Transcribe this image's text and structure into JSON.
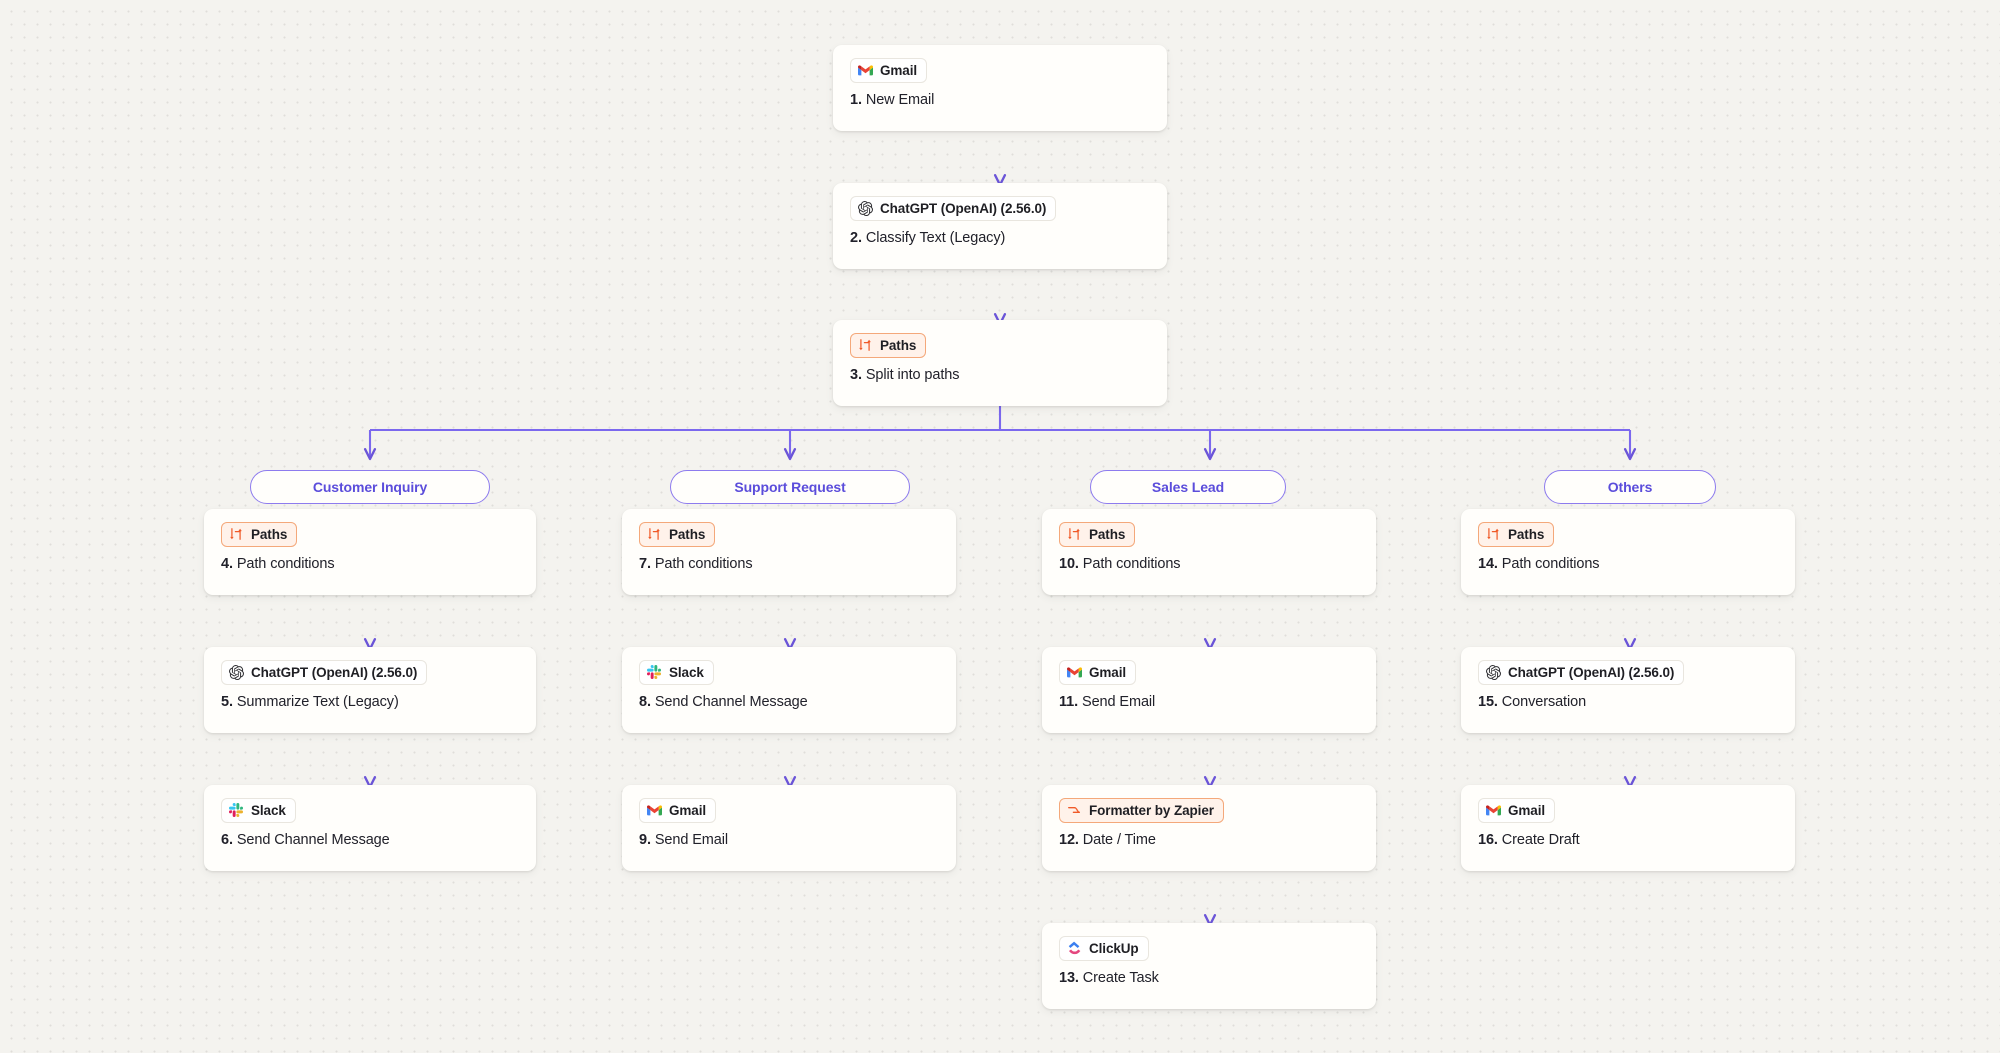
{
  "canvas": {
    "title": "Zap workflow editor canvas",
    "background_color": "#f4f3ef",
    "connector_color": "#7b68ee",
    "branch_pill_border_color": "#8d7bee",
    "branch_pill_text_color": "#5b4ddb",
    "builtin_chip_border_color": "#f4a87a",
    "builtin_chip_bg_color": "#fff2ea"
  },
  "nodes": [
    {
      "id": "step-1",
      "app": "Gmail",
      "icon": "gmail-icon",
      "chip_style": "app",
      "number": "1.",
      "title": "New Email"
    },
    {
      "id": "step-2",
      "app": "ChatGPT (OpenAI) (2.56.0)",
      "icon": "openai-icon",
      "chip_style": "app",
      "number": "2.",
      "title": "Classify Text (Legacy)"
    },
    {
      "id": "step-3",
      "app": "Paths",
      "icon": "paths-icon",
      "chip_style": "builtin",
      "number": "3.",
      "title": "Split into paths"
    },
    {
      "id": "step-4",
      "app": "Paths",
      "icon": "paths-icon",
      "chip_style": "builtin",
      "number": "4.",
      "title": "Path conditions"
    },
    {
      "id": "step-5",
      "app": "ChatGPT (OpenAI) (2.56.0)",
      "icon": "openai-icon",
      "chip_style": "app",
      "number": "5.",
      "title": "Summarize Text (Legacy)"
    },
    {
      "id": "step-6",
      "app": "Slack",
      "icon": "slack-icon",
      "chip_style": "app",
      "number": "6.",
      "title": "Send Channel Message"
    },
    {
      "id": "step-7",
      "app": "Paths",
      "icon": "paths-icon",
      "chip_style": "builtin",
      "number": "7.",
      "title": "Path conditions"
    },
    {
      "id": "step-8",
      "app": "Slack",
      "icon": "slack-icon",
      "chip_style": "app",
      "number": "8.",
      "title": "Send Channel Message"
    },
    {
      "id": "step-9",
      "app": "Gmail",
      "icon": "gmail-icon",
      "chip_style": "app",
      "number": "9.",
      "title": "Send Email"
    },
    {
      "id": "step-10",
      "app": "Paths",
      "icon": "paths-icon",
      "chip_style": "builtin",
      "number": "10.",
      "title": "Path conditions"
    },
    {
      "id": "step-11",
      "app": "Gmail",
      "icon": "gmail-icon",
      "chip_style": "app",
      "number": "11.",
      "title": "Send Email"
    },
    {
      "id": "step-12",
      "app": "Formatter by Zapier",
      "icon": "formatter-icon",
      "chip_style": "builtin",
      "number": "12.",
      "title": "Date / Time"
    },
    {
      "id": "step-13",
      "app": "ClickUp",
      "icon": "clickup-icon",
      "chip_style": "app",
      "number": "13.",
      "title": "Create Task"
    },
    {
      "id": "step-14",
      "app": "Paths",
      "icon": "paths-icon",
      "chip_style": "builtin",
      "number": "14.",
      "title": "Path conditions"
    },
    {
      "id": "step-15",
      "app": "ChatGPT (OpenAI) (2.56.0)",
      "icon": "openai-icon",
      "chip_style": "app",
      "number": "15.",
      "title": "Conversation"
    },
    {
      "id": "step-16",
      "app": "Gmail",
      "icon": "gmail-icon",
      "chip_style": "app",
      "number": "16.",
      "title": "Create Draft"
    }
  ],
  "branches": [
    {
      "id": "branch-1",
      "label": "Customer Inquiry"
    },
    {
      "id": "branch-2",
      "label": "Support Request"
    },
    {
      "id": "branch-3",
      "label": "Sales Lead"
    },
    {
      "id": "branch-4",
      "label": "Others"
    }
  ]
}
